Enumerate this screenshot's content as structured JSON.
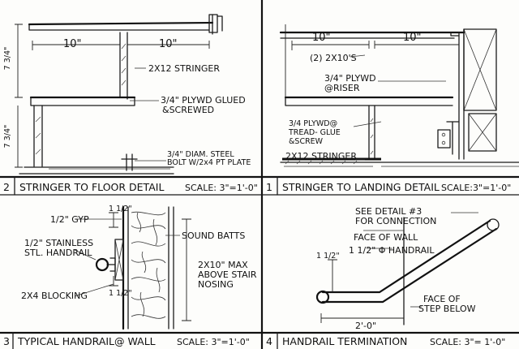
{
  "panels": [
    {
      "number": "2",
      "title": "STRINGER TO FLOOR DETAIL",
      "scale": "SCALE: 3\"=1'-0\"",
      "labels": {
        "dim_left": "10\"",
        "dim_right": "10\"",
        "rise_top": "7 3/4\"",
        "rise_bottom": "7 3/4\"",
        "stringer": "2X12 STRINGER",
        "plywood_1": "3/4\" PLYWD GLUED",
        "plywood_2": "&SCREWED",
        "bolt_1": "3/4\" DIAM. STEEL",
        "bolt_2": "BOLT W/2x4 PT PLATE"
      }
    },
    {
      "number": "1",
      "title": "STRINGER TO LANDING DETAIL",
      "scale": "SCALE:3\"=1'-0\"",
      "labels": {
        "dim_left": "10\"",
        "dim_right": "10\"",
        "twotens": "(2) 2X10'S",
        "plywd_riser_1": "3/4\" PLYWD",
        "plywd_riser_2": "@RISER",
        "tread_1": "3/4 PLYWD@",
        "tread_2": "TREAD- GLUE",
        "tread_3": "&SCREW",
        "stringer": "2X12 STRINGER"
      }
    },
    {
      "number": "3",
      "title": "TYPICAL HANDRAIL@ WALL",
      "scale": "SCALE: 3\"=1'-0\"",
      "labels": {
        "gyp": "1/2\" GYP",
        "gap_top": "1 1/2\"",
        "gap_bottom": "1 1/2\"",
        "handrail_1": "1/2\" STAINLESS",
        "handrail_2": "STL. HANDRAIL",
        "batts": "SOUND BATTS",
        "blocking": "2X4 BLOCKING",
        "max_1": "2X10\" MAX",
        "max_2": "ABOVE STAIR",
        "max_3": "NOSING"
      }
    },
    {
      "number": "4",
      "title": "HANDRAIL TERMINATION",
      "scale": "SCALE: 3\"= 1'-0\"",
      "labels": {
        "see_1": "SEE DETAIL #3",
        "see_2": "FOR CONNECTION",
        "face_wall": "FACE OF WALL",
        "handrail": "1 1/2\" Φ HANDRAIL",
        "rise": "1 1/2\"",
        "face_step_1": "FACE OF",
        "face_step_2": "STEP BELOW",
        "length": "2'-0\""
      }
    }
  ]
}
